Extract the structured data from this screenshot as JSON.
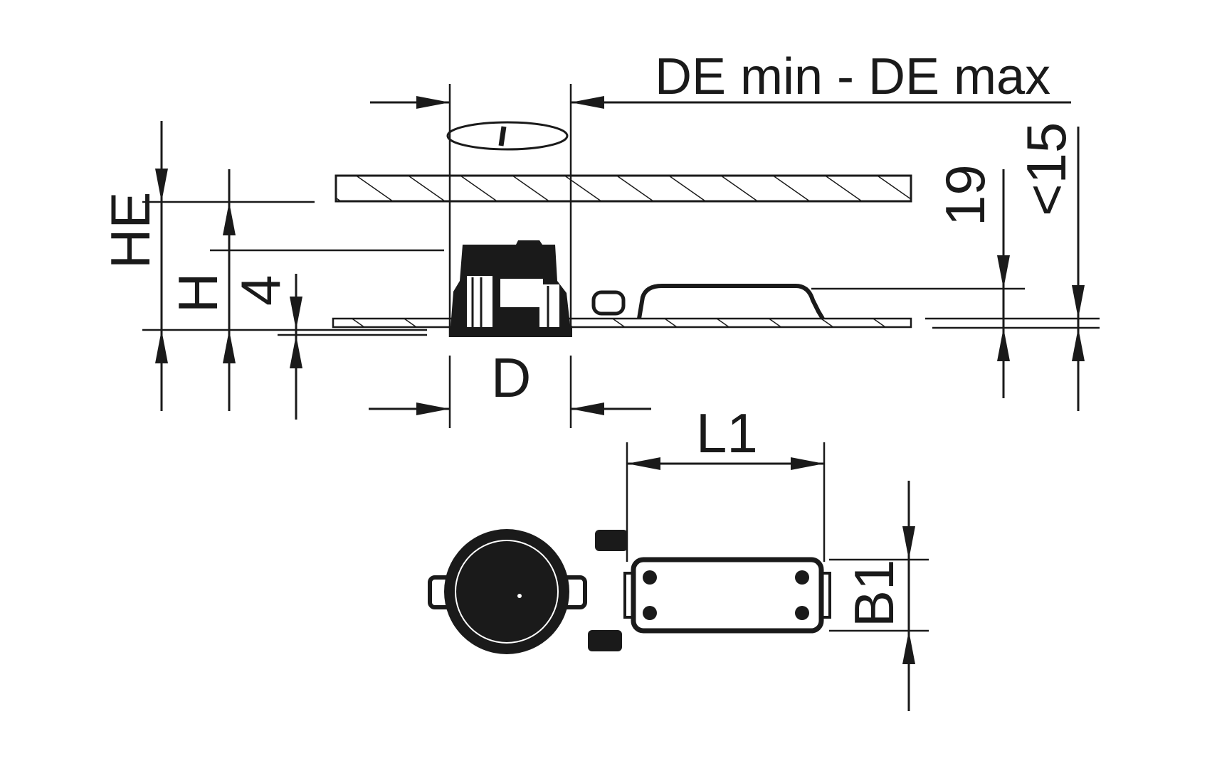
{
  "labels": {
    "de_range": "DE min - DE max",
    "he": "HE",
    "h": "H",
    "four": "4",
    "d": "D",
    "nineteen": "19",
    "lt15": "<15",
    "l1": "L1",
    "b1": "B1"
  },
  "colors": {
    "ink": "#1a1a1a",
    "background": "#ffffff"
  }
}
